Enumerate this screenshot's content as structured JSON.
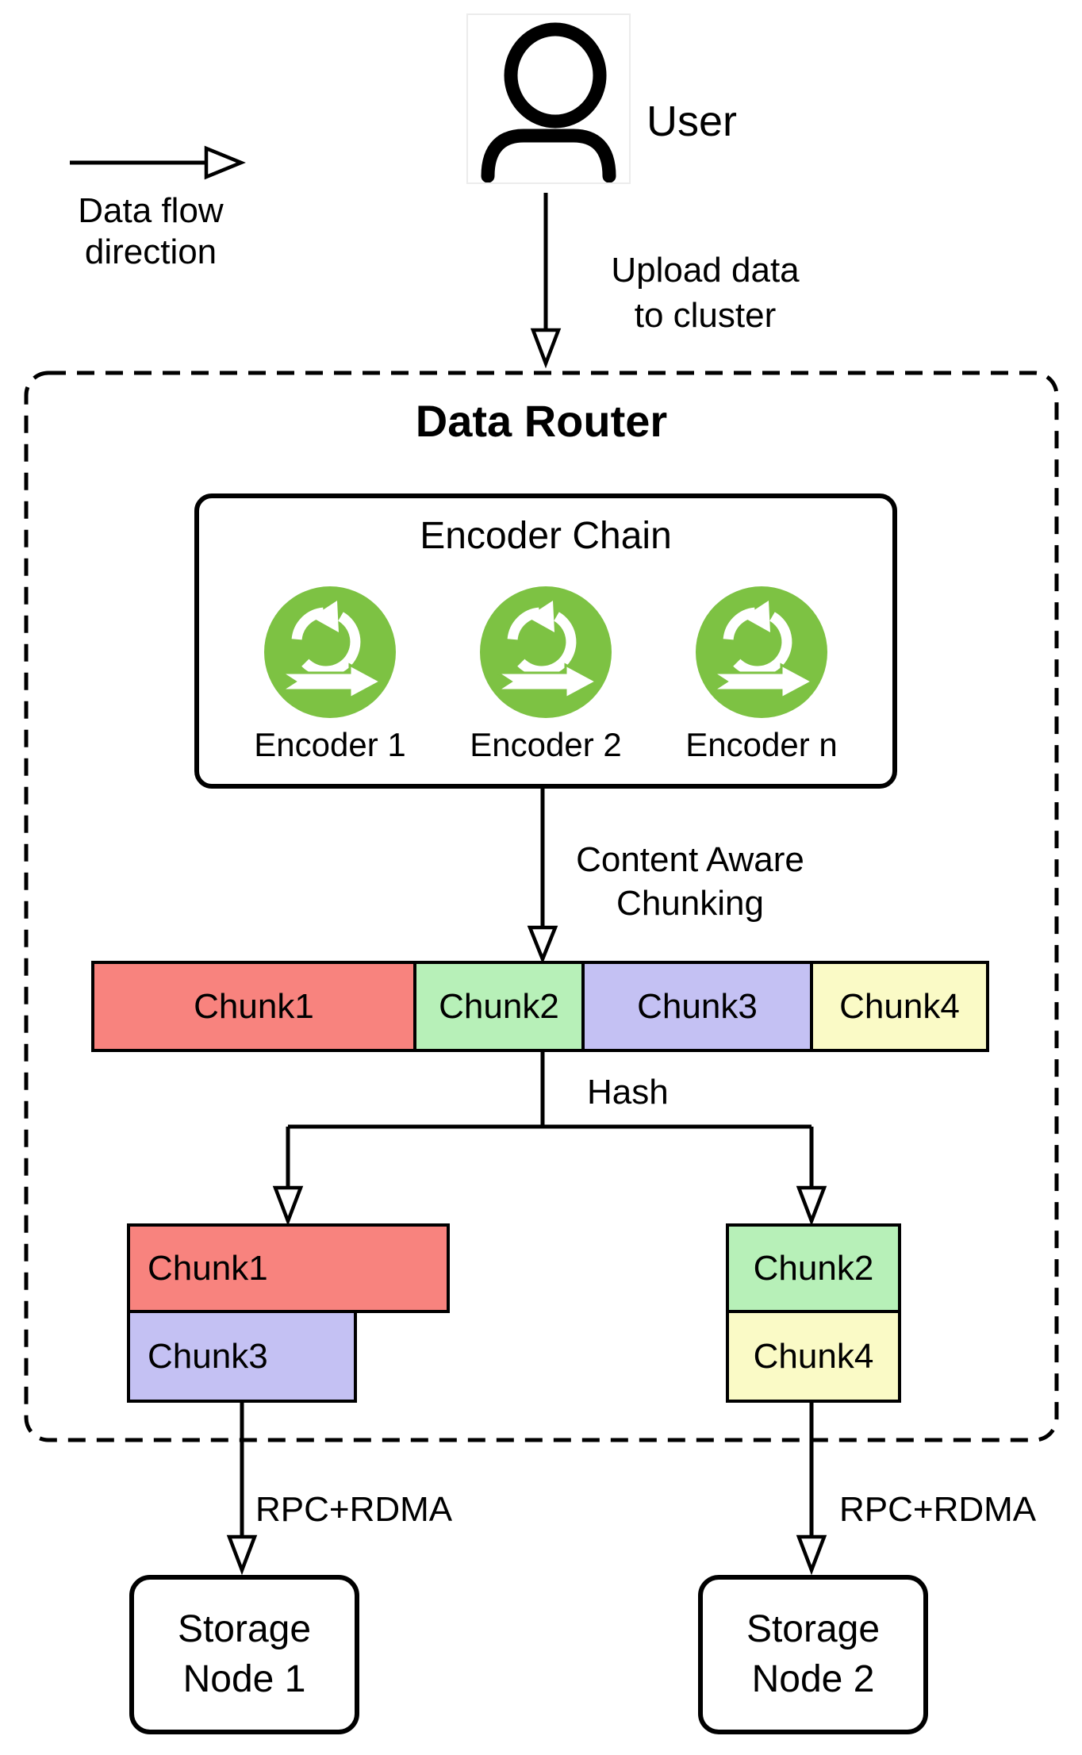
{
  "legend": {
    "line1": "Data flow",
    "line2": "direction",
    "icon": "right-arrow-icon"
  },
  "user": {
    "label": "User",
    "icon": "person-icon",
    "upload_line1": "Upload data",
    "upload_line2": "to cluster"
  },
  "data_router": {
    "title": "Data Router",
    "encoder_chain": {
      "title": "Encoder Chain",
      "icon": "sprint-iteration-icon",
      "encoders": [
        "Encoder 1",
        "Encoder 2",
        "Encoder n"
      ]
    },
    "chunking_line1": "Content Aware",
    "chunking_line2": "Chunking",
    "hash_label": "Hash",
    "chunk_bar": [
      {
        "label": "Chunk1",
        "color": "#F8837E"
      },
      {
        "label": "Chunk2",
        "color": "#B7F0B8"
      },
      {
        "label": "Chunk3",
        "color": "#C4C1F3"
      },
      {
        "label": "Chunk4",
        "color": "#FAFAC6"
      }
    ],
    "node1_assignment": [
      {
        "label": "Chunk1",
        "color": "#F8837E"
      },
      {
        "label": "Chunk3",
        "color": "#C4C1F3"
      }
    ],
    "node2_assignment": [
      {
        "label": "Chunk2",
        "color": "#B7F0B8"
      },
      {
        "label": "Chunk4",
        "color": "#FAFAC6"
      }
    ]
  },
  "transport": {
    "left": "RPC+RDMA",
    "right": "RPC+RDMA"
  },
  "storage": [
    {
      "line1": "Storage",
      "line2": "Node 1"
    },
    {
      "line1": "Storage",
      "line2": "Node 2"
    }
  ],
  "colors": {
    "encoder_icon_green": "#7DC243",
    "stroke_black": "#000000",
    "background": "#FFFFFF"
  }
}
